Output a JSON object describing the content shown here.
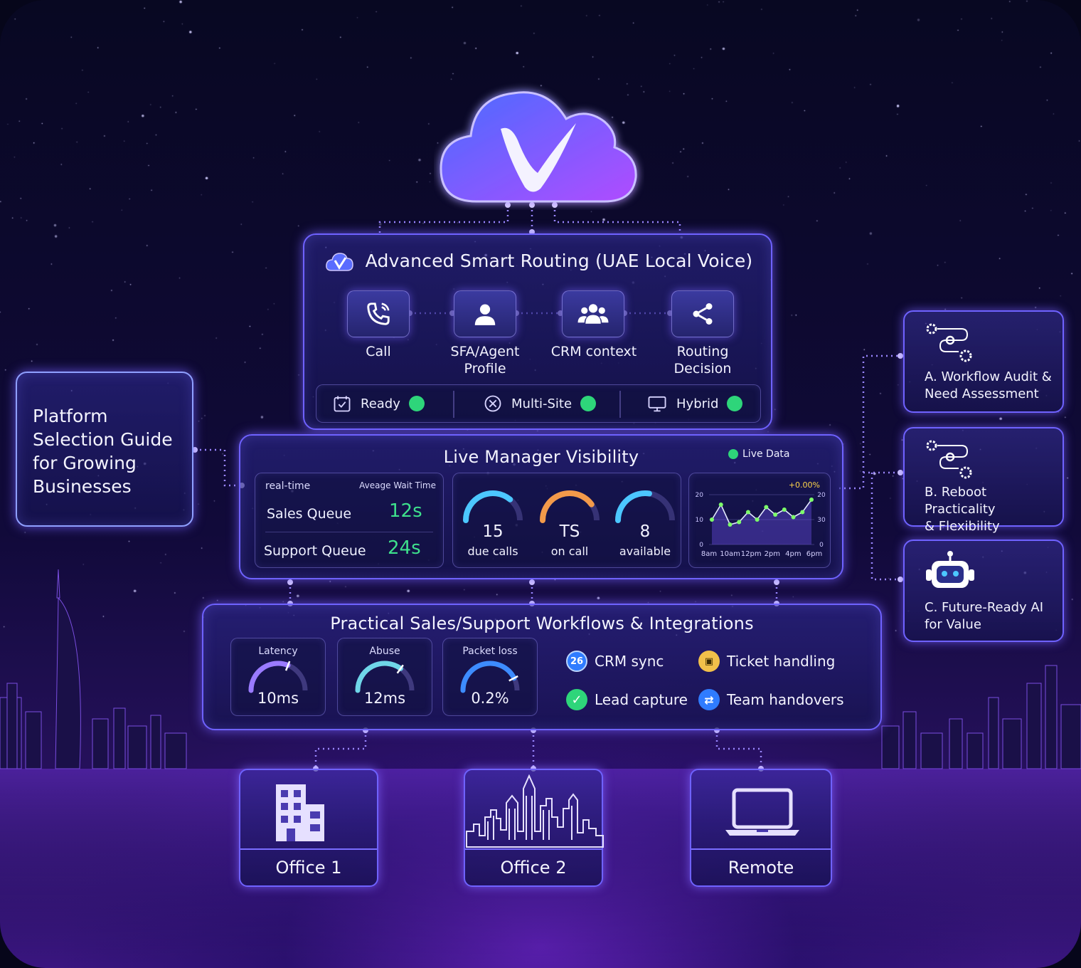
{
  "colors": {
    "accent": "#6f62ff",
    "glow": "#8a6dff",
    "green": "#3ee08c",
    "orange": "#f39a4a",
    "cyan": "#4cc7ff"
  },
  "cloud": {
    "icon": "cloud-check-logo-icon"
  },
  "routing": {
    "title": "Advanced Smart Routing (UAE Local Voice)",
    "steps": [
      {
        "label": "Call",
        "icon": "phone-icon"
      },
      {
        "label": "SFA/Agent",
        "label2": "Profile",
        "icon": "user-icon"
      },
      {
        "label": "CRM context",
        "icon": "team-icon"
      },
      {
        "label": "Routing",
        "label2": "Decision",
        "icon": "share-icon"
      }
    ],
    "status": [
      {
        "label": "Ready",
        "icon": "calendar-check-icon"
      },
      {
        "label": "Multi-Site",
        "icon": "circle-x-icon"
      },
      {
        "label": "Hybrid",
        "icon": "monitor-icon"
      }
    ]
  },
  "guide": {
    "line1": "Platform",
    "line2": "Selection Guide",
    "line3": "for Growing",
    "line4": "Businesses"
  },
  "live": {
    "title": "Live Manager Visibility",
    "badge": "Live Data",
    "queues": {
      "header_left": "real-time",
      "header_right": "Aveage Wait Time",
      "rows": [
        {
          "name": "Sales Queue",
          "value": "12s"
        },
        {
          "name": "Support Queue",
          "value": "24s"
        }
      ]
    },
    "gauges": [
      {
        "value": "15",
        "label": "due calls",
        "fill": 0.72,
        "color": "#4cc7ff"
      },
      {
        "value": "TS",
        "label": "on call",
        "fill": 0.8,
        "color": "#f39a4a"
      },
      {
        "value": "8",
        "label": "available",
        "fill": 0.55,
        "color": "#4cc7ff"
      }
    ]
  },
  "chart_data": {
    "type": "line",
    "annotation": "+0.00%",
    "x": [
      "8am",
      "10am",
      "12pm",
      "2pm",
      "4pm",
      "6pm"
    ],
    "y_left_ticks": [
      "20",
      "10",
      "0"
    ],
    "y_right_ticks": [
      "20",
      "30",
      "0"
    ],
    "ylim": [
      0,
      20
    ],
    "series": [
      {
        "values": [
          10,
          16,
          8,
          9,
          13,
          10,
          15,
          12,
          14,
          11,
          13,
          18
        ]
      }
    ]
  },
  "workflows": {
    "title": "Practical Sales/Support Workflows & Integrations",
    "metrics": [
      {
        "label": "Latency",
        "value": "10ms",
        "fill": 0.62
      },
      {
        "label": "Abuse",
        "value": "12ms",
        "fill": 0.7
      },
      {
        "label": "Packet loss",
        "value": "0.2%",
        "fill": 0.85
      }
    ],
    "integrations": [
      {
        "label": "CRM sync",
        "badge": "26",
        "icon": "calendar-badge-icon"
      },
      {
        "label": "Ticket handling",
        "icon": "ticket-icon"
      },
      {
        "label": "Lead capture",
        "icon": "check-circle-icon"
      },
      {
        "label": "Team handovers",
        "icon": "handover-icon"
      }
    ]
  },
  "side": [
    {
      "line1": "A. Workflow Audit &",
      "line2": "Need Assessment",
      "icon": "gears-flow-icon"
    },
    {
      "line1": "B. Reboot Practicality",
      "line2": "& Flexibility",
      "icon": "gears-flow-icon"
    },
    {
      "line1": "C. Future-Ready AI",
      "line2": "for Value",
      "icon": "robot-icon"
    }
  ],
  "sites": [
    {
      "label": "Office 1",
      "icon": "building-icon"
    },
    {
      "label": "Office 2",
      "icon": "city-skyline-icon"
    },
    {
      "label": "Remote",
      "icon": "laptop-icon"
    }
  ]
}
